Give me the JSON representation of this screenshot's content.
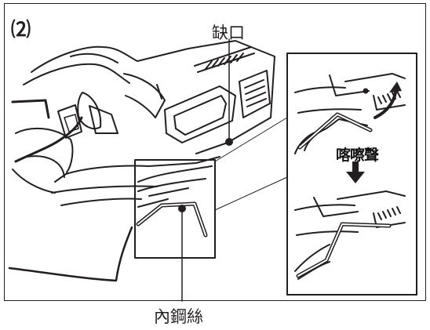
{
  "figure": {
    "step_label": "⑵",
    "labels": {
      "notch": "缺口",
      "inner_wire": "內鋼絲",
      "click_sound": "喀嚓聲"
    }
  }
}
